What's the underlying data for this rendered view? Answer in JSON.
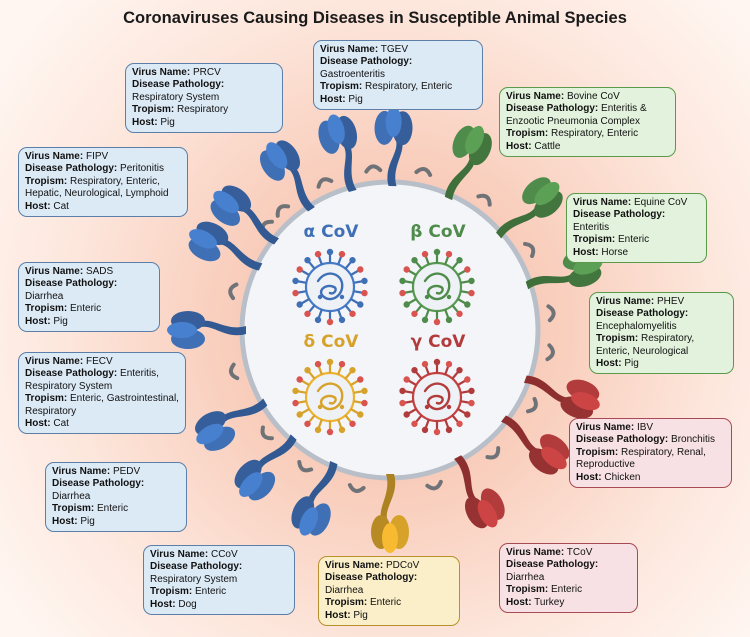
{
  "title": "Coronaviruses Causing Diseases in Susceptible Animal Species",
  "field_labels": {
    "name": "Virus Name:",
    "pathology": "Disease Pathology:",
    "tropism": "Tropism:",
    "host": "Host:"
  },
  "genera": [
    {
      "label": "α CoV",
      "color": "#3f6fb5"
    },
    {
      "label": "β CoV",
      "color": "#4f8b4a"
    },
    {
      "label": "δ CoV",
      "color": "#d7a22a"
    },
    {
      "label": "γ CoV",
      "color": "#b23b3b"
    }
  ],
  "viruses": [
    {
      "name": "TGEV",
      "pathology": "Gastroenteritis",
      "tropism": "Respiratory, Enteric",
      "host": "Pig",
      "genus": "alpha"
    },
    {
      "name": "PRCV",
      "pathology": "Respiratory System",
      "tropism": "Respiratory",
      "host": "Pig",
      "genus": "alpha"
    },
    {
      "name": "FIPV",
      "pathology": "Peritonitis",
      "tropism": "Respiratory, Enteric, Hepatic, Neurological, Lymphoid",
      "host": "Cat",
      "genus": "alpha"
    },
    {
      "name": "SADS",
      "pathology": "Diarrhea",
      "tropism": "Enteric",
      "host": "Pig",
      "genus": "alpha"
    },
    {
      "name": "FECV",
      "pathology": "Enteritis, Respiratory System",
      "tropism": "Enteric, Gastrointestinal, Respiratory",
      "host": "Cat",
      "genus": "alpha"
    },
    {
      "name": "PEDV",
      "pathology": "Diarrhea",
      "tropism": "Enteric",
      "host": "Pig",
      "genus": "alpha"
    },
    {
      "name": "CCoV",
      "pathology": "Respiratory System",
      "tropism": "Enteric",
      "host": "Dog",
      "genus": "alpha"
    },
    {
      "name": "Bovine CoV",
      "pathology": "Enteritis & Enzootic Pneumonia Complex",
      "tropism": "Respiratory, Enteric",
      "host": "Cattle",
      "genus": "beta"
    },
    {
      "name": "Equine CoV",
      "pathology": " Enteritis",
      "tropism": "Enteric",
      "host": "Horse",
      "genus": "beta"
    },
    {
      "name": "PHEV",
      "pathology": "Encephalomyelitis",
      "tropism": "Respiratory, Enteric, Neurological",
      "host": "Pig",
      "genus": "beta"
    },
    {
      "name": "IBV",
      "pathology": "Bronchitis",
      "tropism": "Respiratory, Renal, Reproductive",
      "host": "Chicken",
      "genus": "gamma"
    },
    {
      "name": "TCoV",
      "pathology": "Diarrhea",
      "tropism": "Enteric",
      "host": "Turkey",
      "genus": "gamma"
    },
    {
      "name": "PDCoV",
      "pathology": "Diarrhea",
      "tropism": "Enteric",
      "host": "Pig",
      "genus": "delta"
    }
  ]
}
